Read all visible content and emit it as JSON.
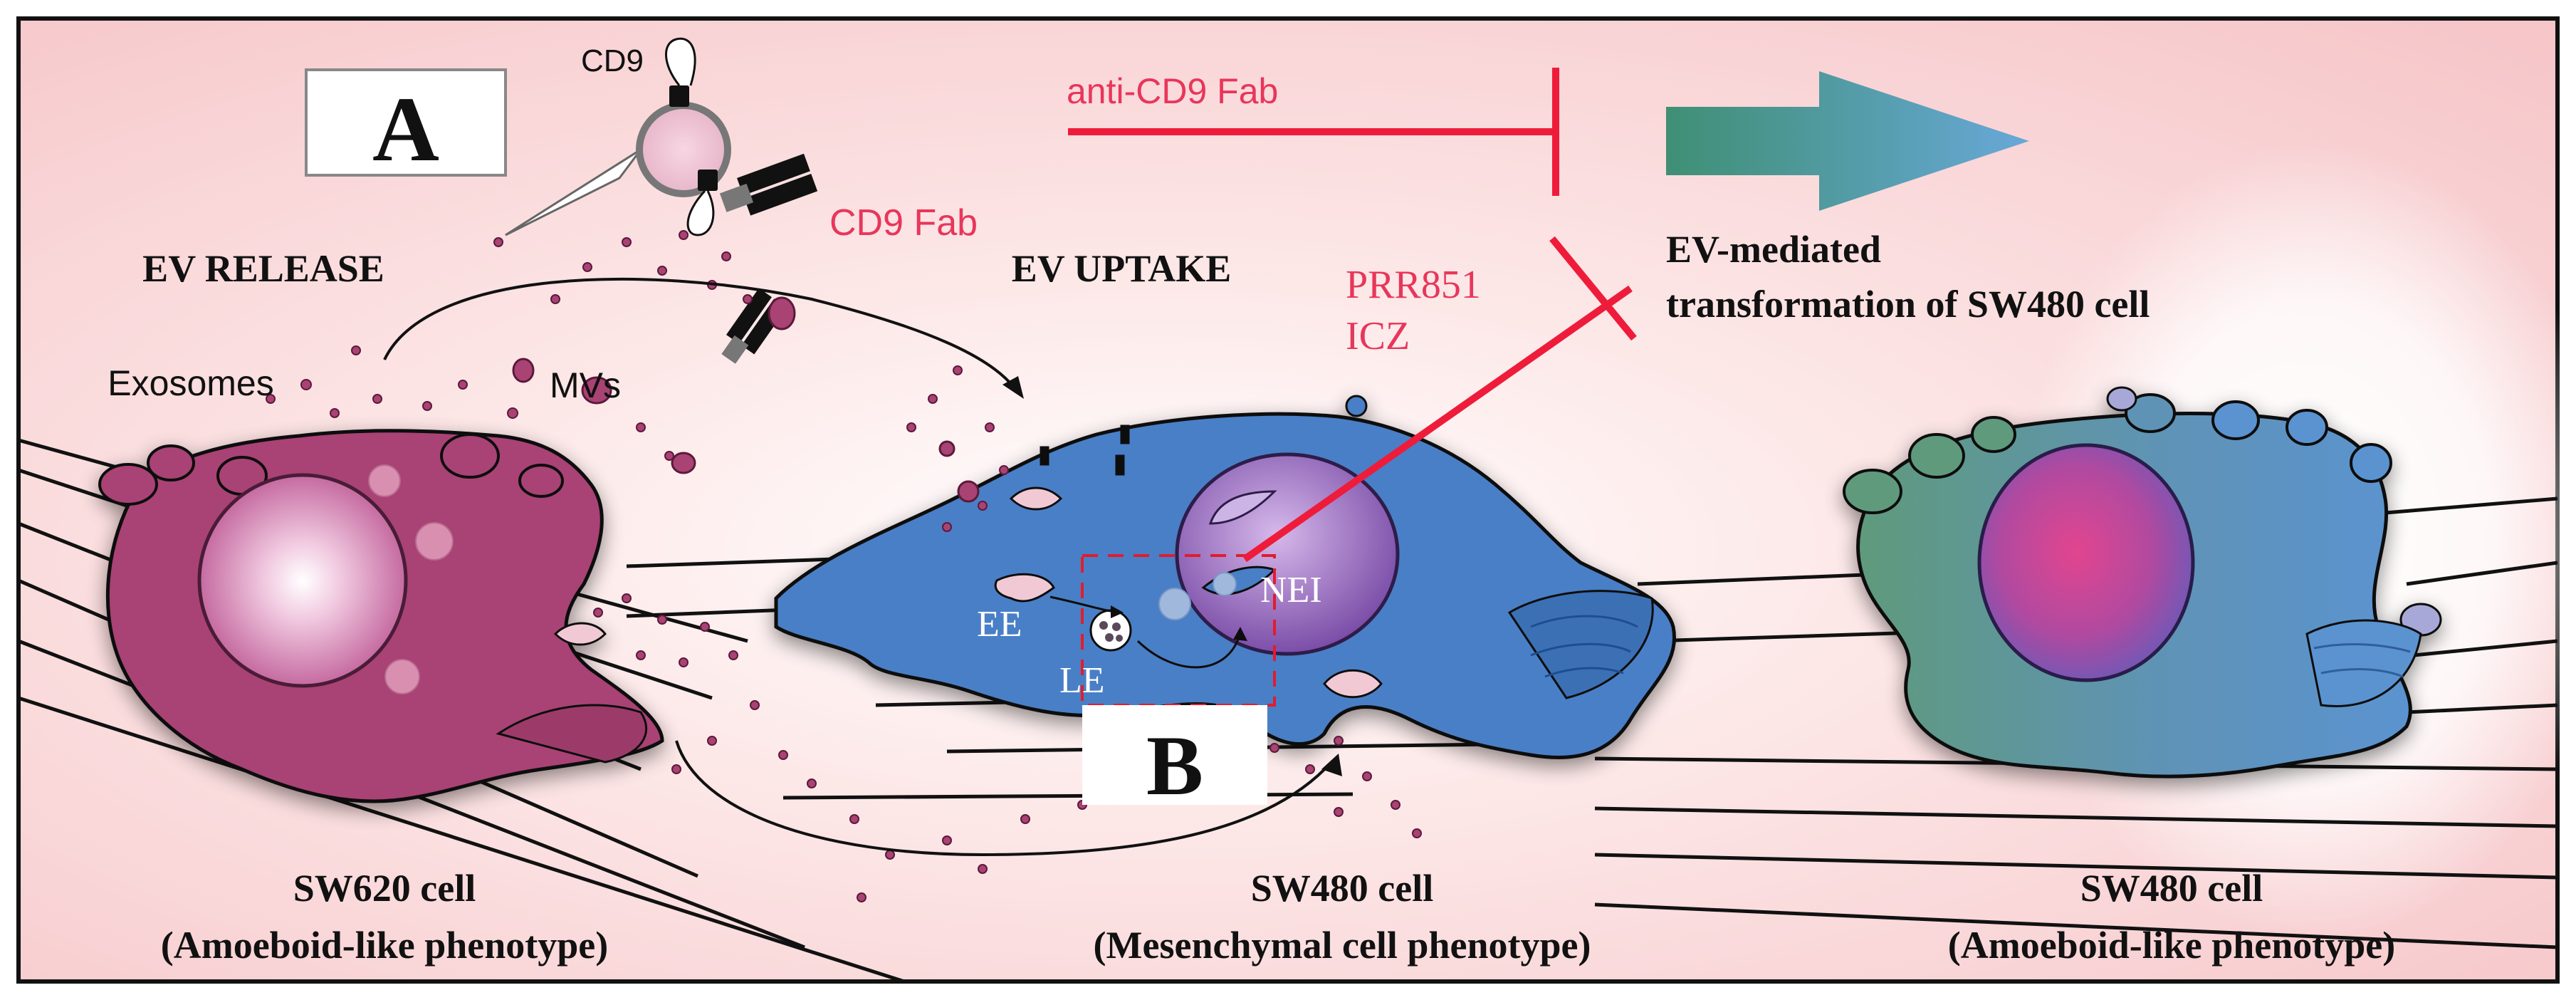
{
  "panel_labels": {
    "a": "A",
    "b": "B"
  },
  "labels": {
    "cd9": "CD9",
    "cd9_fab": "CD9 Fab",
    "anti_cd9_fab": "anti-CD9 Fab",
    "ev_release": "EV RELEASE",
    "ev_uptake": "EV UPTAKE",
    "exosomes": "Exosomes",
    "mvs": "MVs",
    "inhibitor_1": "PRR851",
    "inhibitor_2": "ICZ",
    "ev_mediated_line1": "EV-mediated",
    "ev_mediated_line2": "transformation of SW480 cell",
    "ee": "EE",
    "le": "LE",
    "nei": "NEI"
  },
  "cells": [
    {
      "name": "SW620 cell",
      "phenotype": "(Amoeboid-like phenotype)"
    },
    {
      "name": "SW480 cell",
      "phenotype": "(Mesenchymal cell phenotype)"
    },
    {
      "name": "SW480 cell",
      "phenotype": "(Amoeboid-like phenotype)"
    }
  ],
  "colors": {
    "inhibitor_red": "#ee1c3a",
    "label_pink": "#e8365a",
    "sw620_cell": "#a94374",
    "sw480_mesenchymal": "#4a7fc6",
    "nucleus_purple": "#8a5cb4",
    "transformed_cell_green": "#5e8f82",
    "transformed_cell_blue": "#5f93c8",
    "arrow_start": "#3f8f74",
    "arrow_end": "#68a8d8",
    "background_pink": "#fbdada"
  }
}
